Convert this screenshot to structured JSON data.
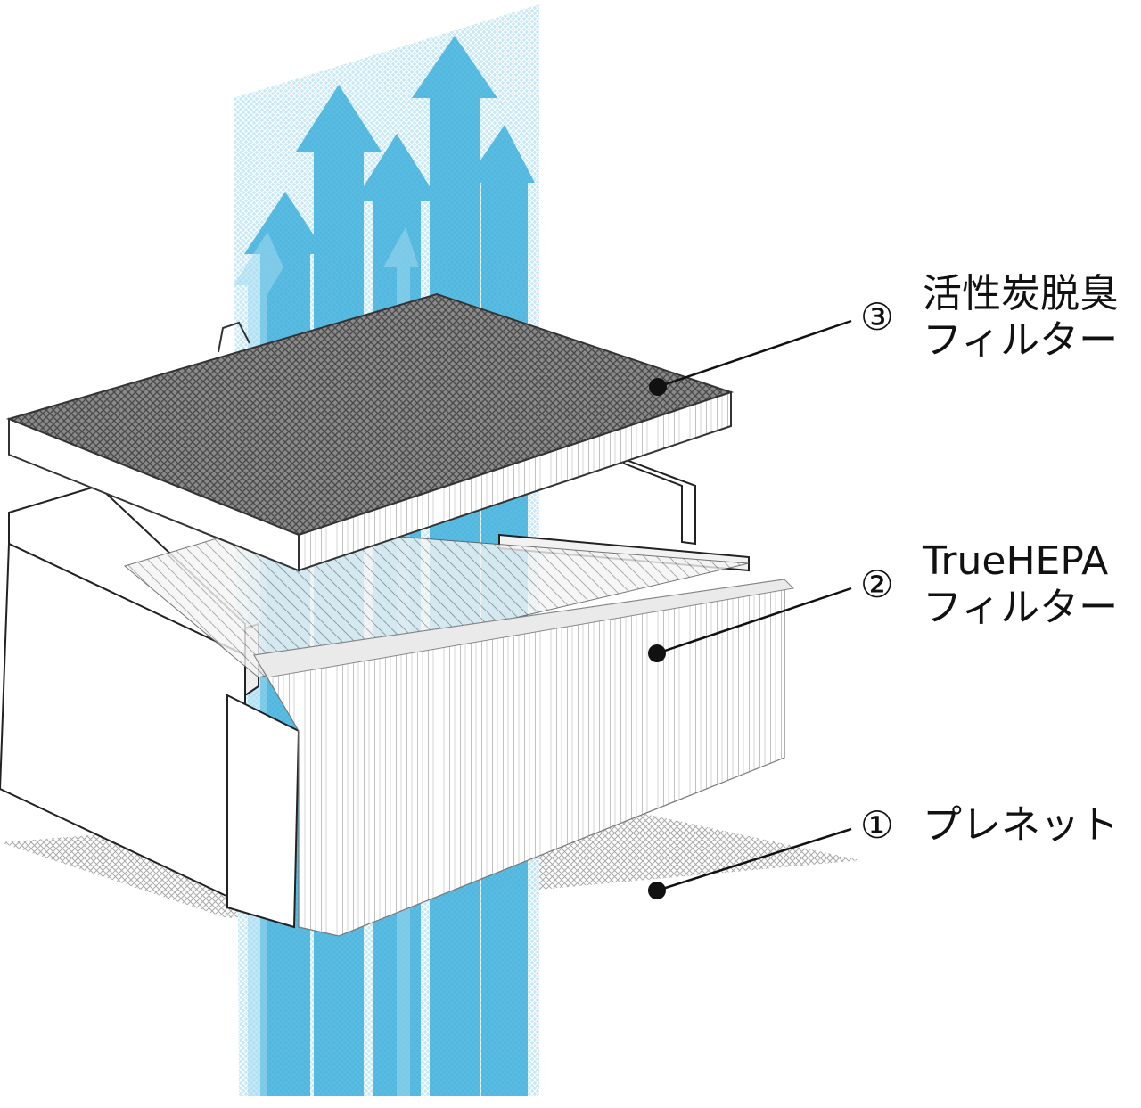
{
  "labels": {
    "charcoal": {
      "number": "③",
      "line1": "活性炭脱臭",
      "line2": "フィルター"
    },
    "hepa": {
      "number": "②",
      "line1": "TrueHEPA",
      "line2": "フィルター"
    },
    "prenet": {
      "number": "①",
      "line1": "プレネット"
    }
  },
  "colors": {
    "airflow": "#2aa8d8",
    "airflow_light": "#9fd9ee",
    "charcoal_mesh": "#6d6d6d",
    "line": "#111111"
  }
}
